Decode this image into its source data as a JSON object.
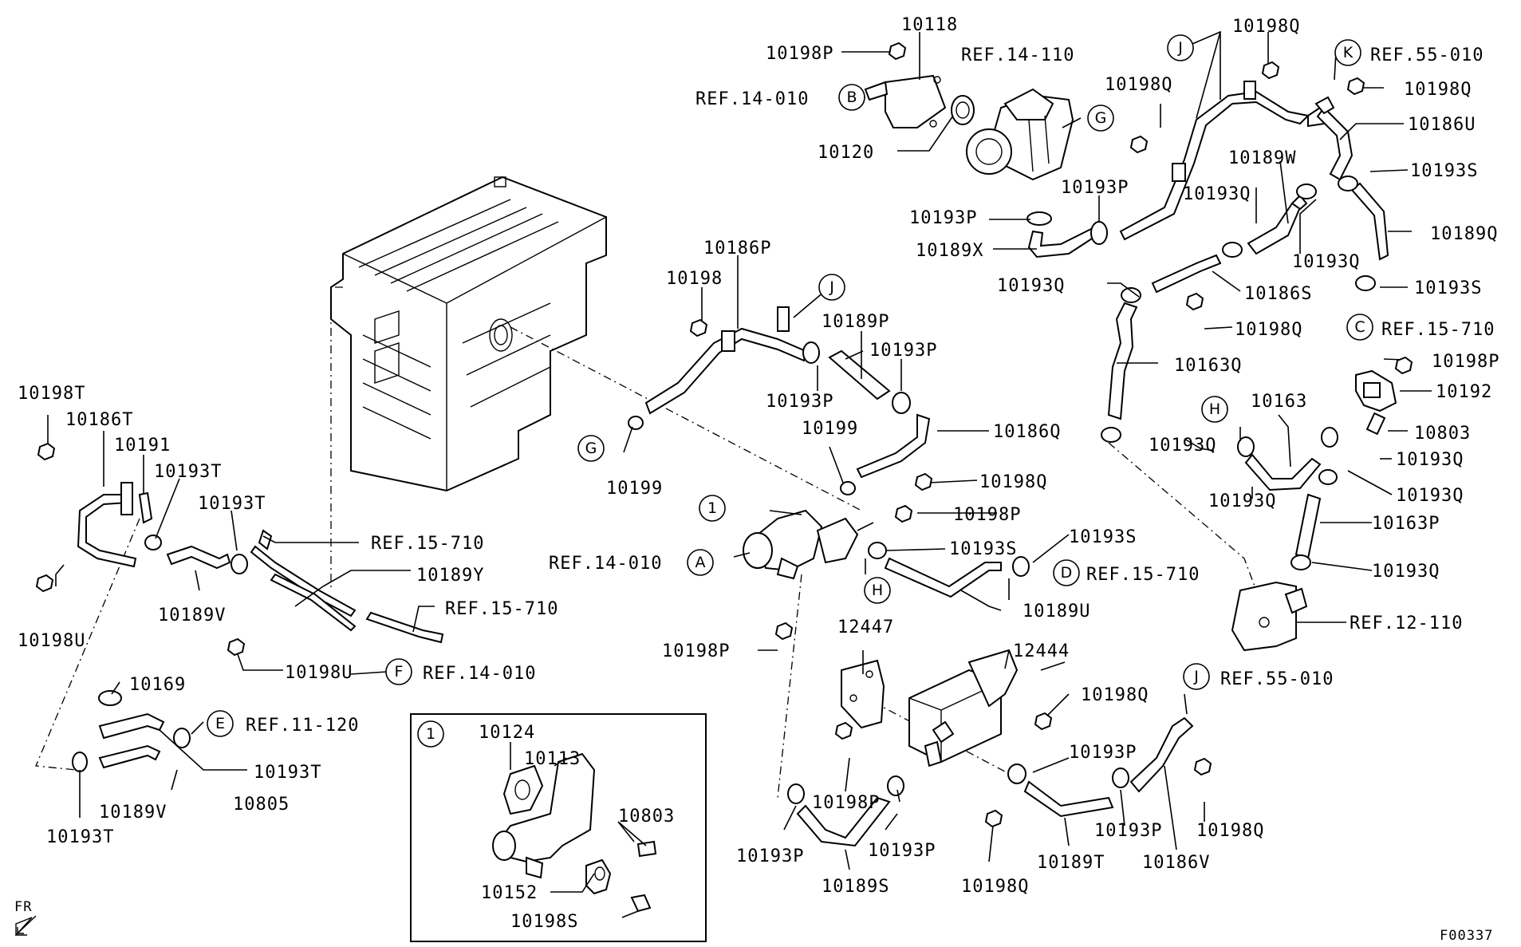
{
  "labels": {
    "p10118": "10118",
    "p10198P_top": "10198P",
    "ref_14_110": "REF.14-110",
    "ref_14_010_b": "REF.14-010",
    "p10120": "10120",
    "p10198Q_top": "10198Q",
    "p10198Q_mid": "10198Q",
    "ref_55_010_k": "REF.55-010",
    "p10198Q_k": "10198Q",
    "p10186U": "10186U",
    "p10189W": "10189W",
    "p10193S_r1": "10193S",
    "p10193P_g": "10193P",
    "p10193Q_a": "10193Q",
    "p10193P_x": "10193P",
    "p10189Q": "10189Q",
    "p10189X": "10189X",
    "p10193Q_b": "10193Q",
    "p10193Q_c": "10193Q",
    "p10186S": "10186S",
    "p10193S_r2": "10193S",
    "p10198Q_s": "10198Q",
    "ref_15_710_c": "REF.15-710",
    "p10163Q": "10163Q",
    "p10198P_r": "10198P",
    "p10192": "10192",
    "p10163": "10163",
    "p10803_r": "10803",
    "p10193Q_d": "10193Q",
    "p10193Q_e": "10193Q",
    "p10193Q_f": "10193Q",
    "p10193Q_g": "10193Q",
    "p10163P": "10163P",
    "p10193Q_h": "10193Q",
    "ref_12_110": "REF.12-110",
    "p10186P": "10186P",
    "p10198_a": "10198",
    "p10189P": "10189P",
    "p10193P_a": "10193P",
    "p10193P_b": "10193P",
    "p10199_a": "10199",
    "p10186Q": "10186Q",
    "p10199_b": "10199",
    "p10198Q_c": "10198Q",
    "p10198P_c": "10198P",
    "p10193S_c": "10193S",
    "p10193S_d": "10193S",
    "ref_15_710_d": "REF.15-710",
    "ref_14_010_a": "REF.14-010",
    "p10189U": "10189U",
    "p10198P_d": "10198P",
    "p12447": "12447",
    "p12444": "12444",
    "ref_55_010_j": "REF.55-010",
    "p10198Q_e": "10198Q",
    "p10193P_e": "10193P",
    "p10198P_e": "10198P",
    "p10193P_f": "10193P",
    "p10193P_h": "10193P",
    "p10193P_i": "10193P",
    "p10189S": "10189S",
    "p10198Q_f": "10198Q",
    "p10189T": "10189T",
    "p10186V": "10186V",
    "p10198Q_g": "10198Q",
    "p10198T": "10198T",
    "p10186T": "10186T",
    "p10191": "10191",
    "p10193T_a": "10193T",
    "p10193T_b": "10193T",
    "ref_15_710_a": "REF.15-710",
    "p10189Y": "10189Y",
    "ref_15_710_b": "REF.15-710",
    "p10198U_a": "10198U",
    "p10189V_a": "10189V",
    "p10198U_b": "10198U",
    "ref_14_010_f": "REF.14-010",
    "p10169": "10169",
    "ref_11_120": "REF.11-120",
    "p10193T_c": "10193T",
    "p10805": "10805",
    "p10189V_b": "10189V",
    "p10193T_d": "10193T",
    "inset_10124": "10124",
    "inset_10113": "10113",
    "inset_10803": "10803",
    "inset_10152": "10152",
    "inset_10198S": "10198S",
    "fr": "FR",
    "figure_code": "F00337"
  },
  "callouts": {
    "A": "A",
    "B": "B",
    "C": "C",
    "D": "D",
    "E": "E",
    "F": "F",
    "G1": "G",
    "G2": "G",
    "H1": "H",
    "H2": "H",
    "J1": "J",
    "J2": "J",
    "J3": "J",
    "K": "K",
    "one_a": "1",
    "one_b": "1"
  }
}
